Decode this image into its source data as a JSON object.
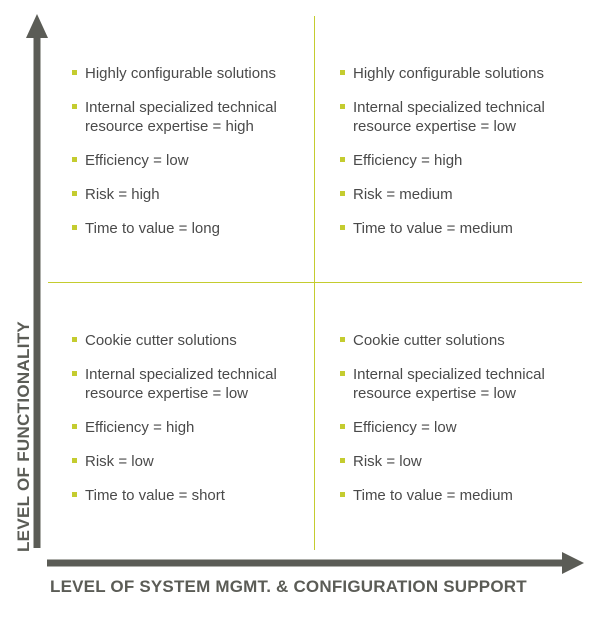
{
  "colors": {
    "accent": "#c4cc2f",
    "axis": "#5b5c56",
    "text": "#4a4a4a"
  },
  "axes": {
    "y_label": "LEVEL OF FUNCTIONALITY",
    "x_label": "LEVEL OF SYSTEM MGMT. & CONFIGURATION SUPPORT"
  },
  "quadrants": {
    "top_left": [
      "Highly configurable solutions",
      "Internal specialized technical resource expertise = high",
      "Efficiency = low",
      "Risk = high",
      "Time to value = long"
    ],
    "top_right": [
      "Highly configurable solutions",
      "Internal specialized technical resource expertise = low",
      "Efficiency = high",
      "Risk = medium",
      "Time to value = medium"
    ],
    "bottom_left": [
      "Cookie cutter solutions",
      "Internal specialized technical resource expertise = low",
      "Efficiency = high",
      "Risk = low",
      "Time to value = short"
    ],
    "bottom_right": [
      "Cookie cutter solutions",
      "Internal specialized technical resource expertise = low",
      "Efficiency = low",
      "Risk = low",
      "Time to value = medium"
    ]
  }
}
